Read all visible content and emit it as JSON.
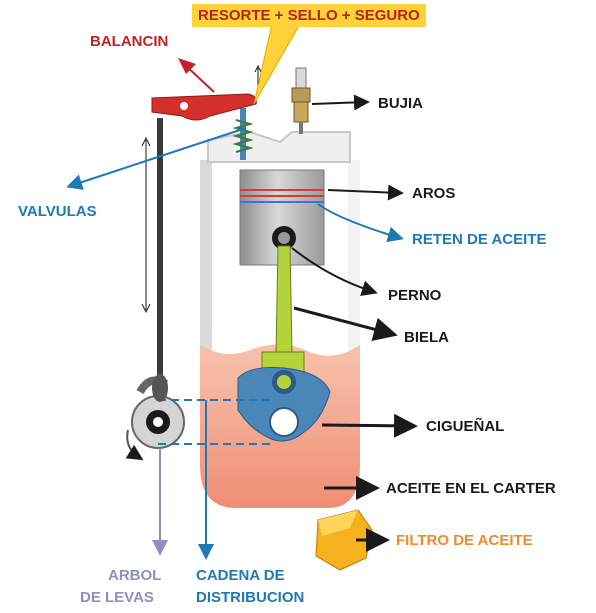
{
  "labels": {
    "resorte": "RESORTE + SELLO + SEGURO",
    "balancin": "BALANCIN",
    "bujia": "BUJIA",
    "valvulas": "VALVULAS",
    "aros": "AROS",
    "reten": "RETEN DE ACEITE",
    "perno": "PERNO",
    "biela": "BIELA",
    "cigueñal": "CIGUEÑAL",
    "aceite_carter": "ACEITE EN EL CARTER",
    "filtro": "FILTRO DE ACEITE",
    "arbol_1": "ARBOL",
    "arbol_2": "DE LEVAS",
    "cadena_1": "CADENA DE",
    "cadena_2": "DISTRIBUCION"
  },
  "colors": {
    "label_dark": "#1a1a1a",
    "label_blue": "#1f79b4",
    "label_red": "#c0222a",
    "label_lavender": "#8f8fc0",
    "label_orange": "#ee8b2c",
    "callout_yellow": "#ffd23a",
    "oil": "#f4a58c",
    "piston_gray": "#b9b9b9",
    "rod_green": "#b4d33c",
    "crank_blue": "#4b86b8",
    "rocker_red": "#d6302c",
    "filter_yellow": "#f6b21c"
  }
}
